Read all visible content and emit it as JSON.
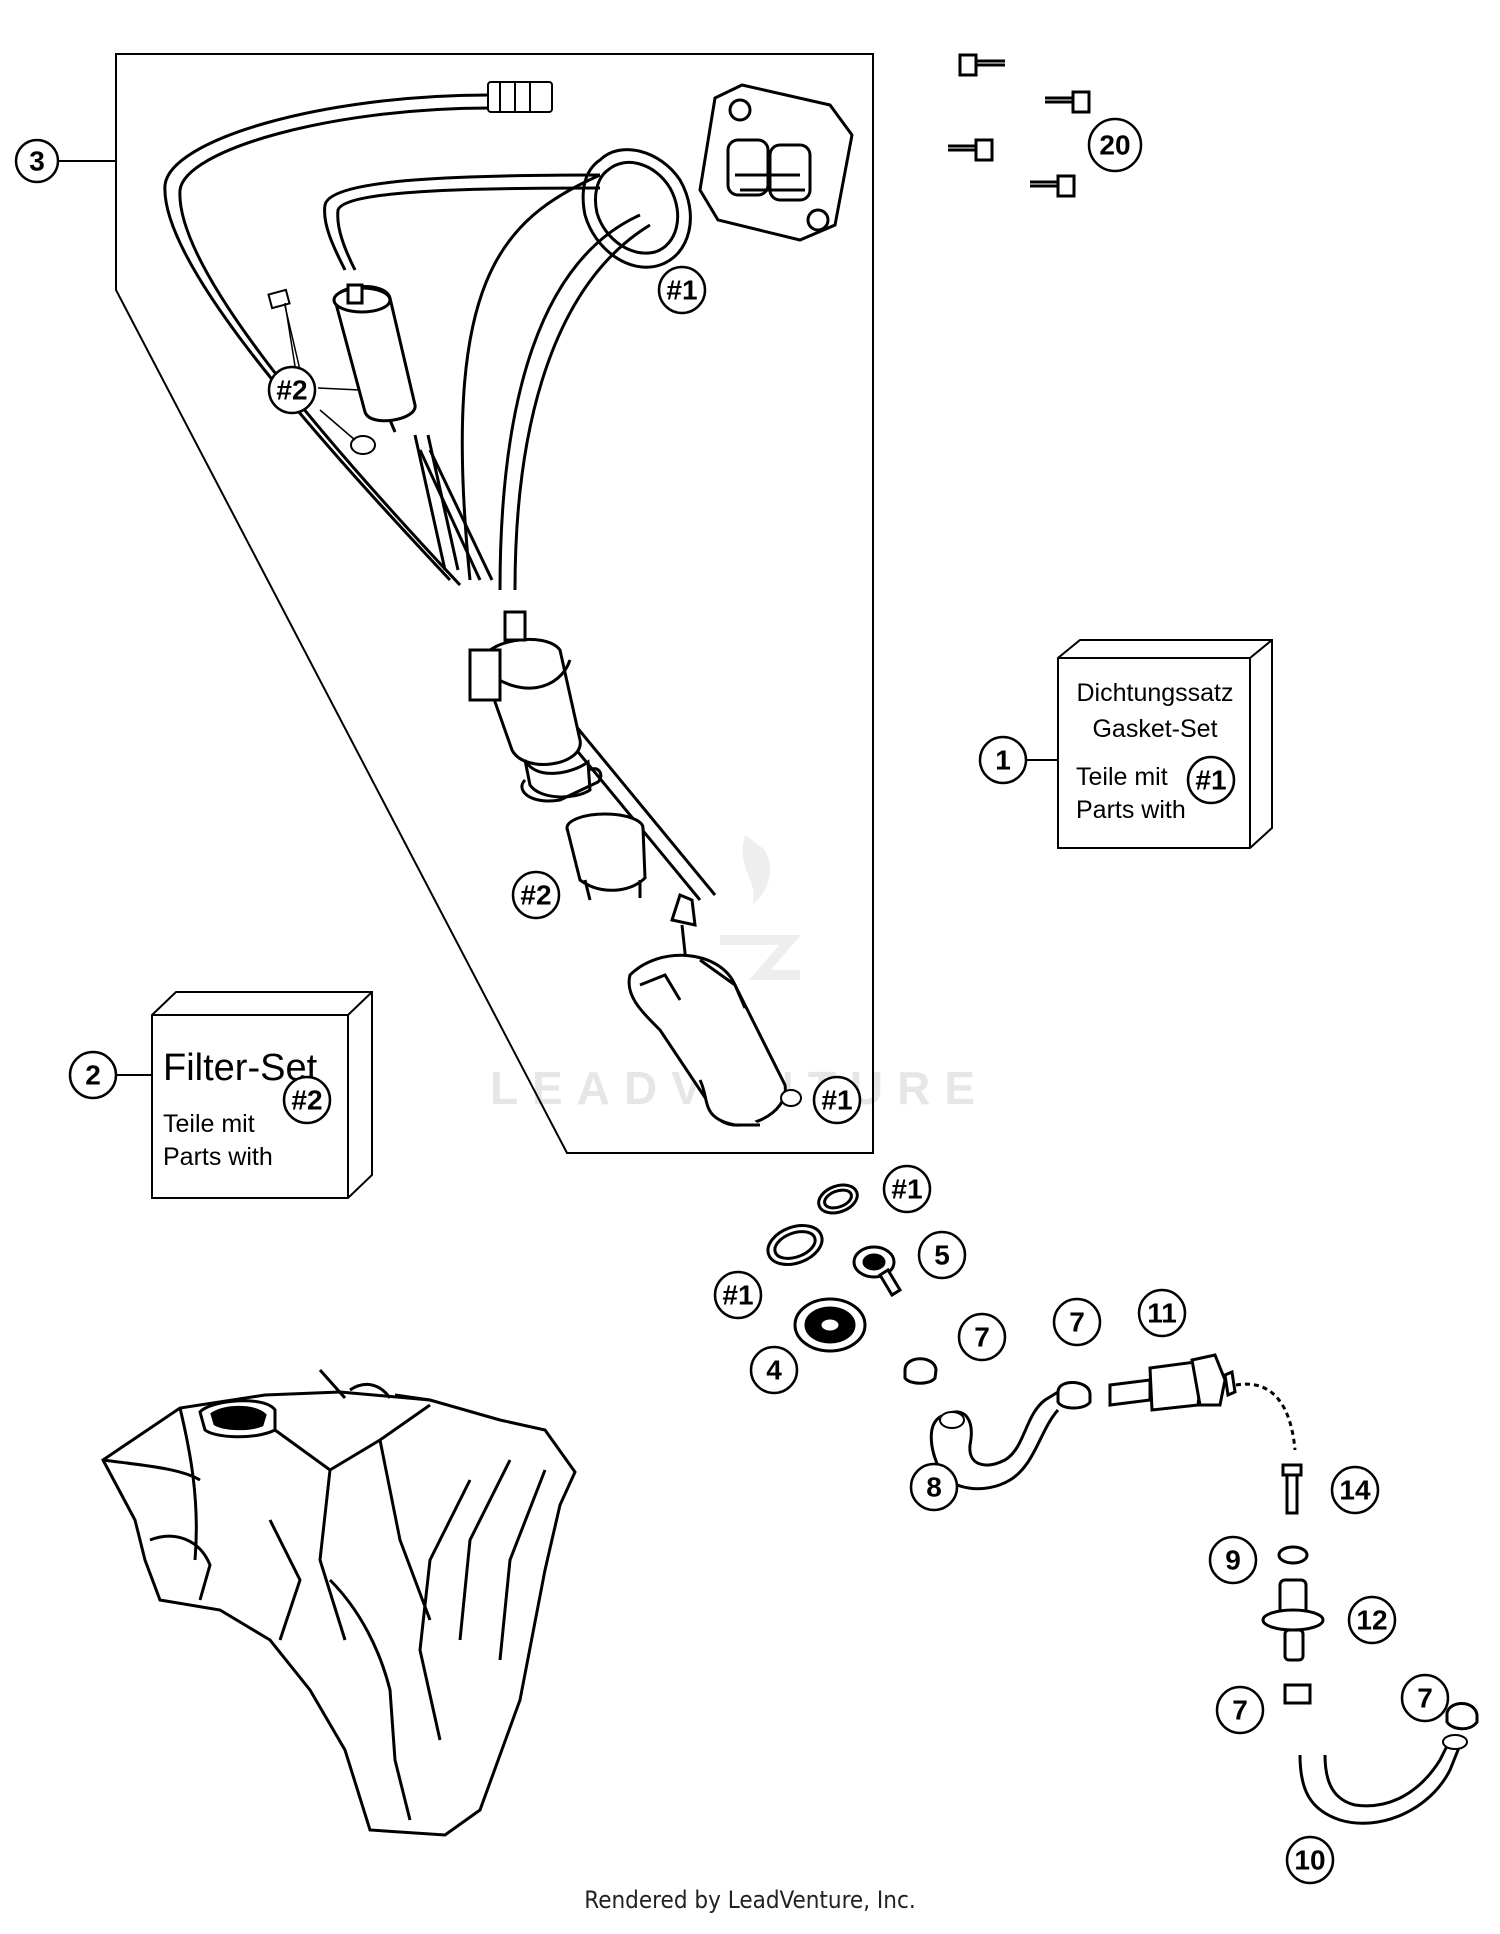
{
  "callouts": {
    "c3": "3",
    "c1a": "#1",
    "c2a": "#2",
    "c2b": "#2",
    "c1b": "#1",
    "c20": "20",
    "c1box": "1",
    "c1inbox": "#1",
    "c2box": "2",
    "c2inbox": "#2",
    "c1c": "#1",
    "c1d": "#1",
    "c5": "5",
    "c4": "4",
    "c7a": "7",
    "c7b": "7",
    "c11": "11",
    "c8": "8",
    "c14": "14",
    "c9": "9",
    "c12": "12",
    "c7c": "7",
    "c7d": "7",
    "c10": "10"
  },
  "gasket_box": {
    "line1": "Dichtungssatz",
    "line2": "Gasket-Set",
    "line3": "Teile mit",
    "line4": "Parts with"
  },
  "filter_box": {
    "title": "Filter-Set",
    "line1": "Teile mit",
    "line2": "Parts with"
  },
  "watermark": "LEADVENTURE",
  "footer": "Rendered by LeadVenture, Inc."
}
